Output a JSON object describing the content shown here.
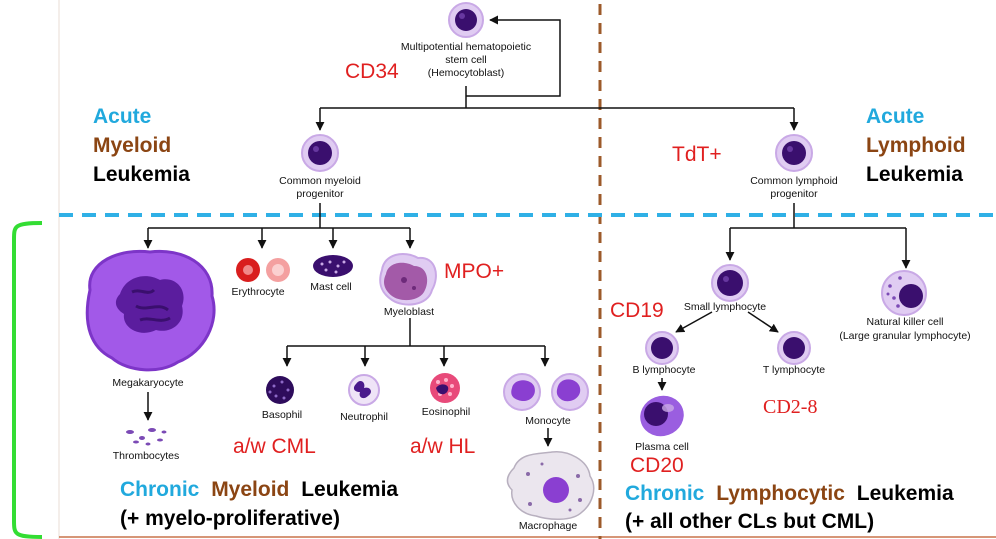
{
  "colors": {
    "acute": "#21a9dd",
    "type": "#8b4513",
    "marker": "#e02020",
    "bracket": "#33dd33",
    "divider": "#9c5a2a",
    "dash": "#2fb0e6",
    "cell_dark": "#3a0f6e",
    "cell_light": "#e0ccf2"
  },
  "cells": {
    "stem": "Multipotential hematopoietic",
    "stem2": "stem cell",
    "stem3": "(Hemocytoblast)",
    "cmp": "Common myeloid",
    "cmp2": "progenitor",
    "clp": "Common lymphoid",
    "clp2": "progenitor",
    "mega": "Megakaryocyte",
    "thromb": "Thrombocytes",
    "eryth": "Erythrocyte",
    "mast": "Mast cell",
    "myeloblast": "Myeloblast",
    "basophil": "Basophil",
    "neutrophil": "Neutrophil",
    "eosinophil": "Eosinophil",
    "monocyte": "Monocyte",
    "macrophage": "Macrophage",
    "small_lymph": "Small lymphocyte",
    "nk": "Natural killer cell",
    "nk2": "(Large granular lymphocyte)",
    "b_lymph": "B lymphocyte",
    "t_lymph": "T lymphocyte",
    "plasma": "Plasma cell"
  },
  "markers": {
    "cd34": "CD34",
    "tdt": "TdT+",
    "mpo": "MPO+",
    "cd19": "CD19",
    "cd20": "CD20",
    "cd2_8": "CD2-8",
    "cml": "a/w CML",
    "hl": "a/w HL"
  },
  "headings": {
    "aml_1": "Acute",
    "aml_2": "Myeloid",
    "aml_3": "Leukemia",
    "all_1": "Acute",
    "all_2": "Lymphoid",
    "all_3": "Leukemia",
    "cml_1": "Chronic",
    "cml_2": "Myeloid",
    "cml_3": "Leukemia",
    "cml_note": "(+ myelo-proliferative)",
    "cll_1": "Chronic",
    "cll_2": "Lymphocytic",
    "cll_3": "Leukemia",
    "cll_note": "(+ all other CLs but CML)"
  }
}
